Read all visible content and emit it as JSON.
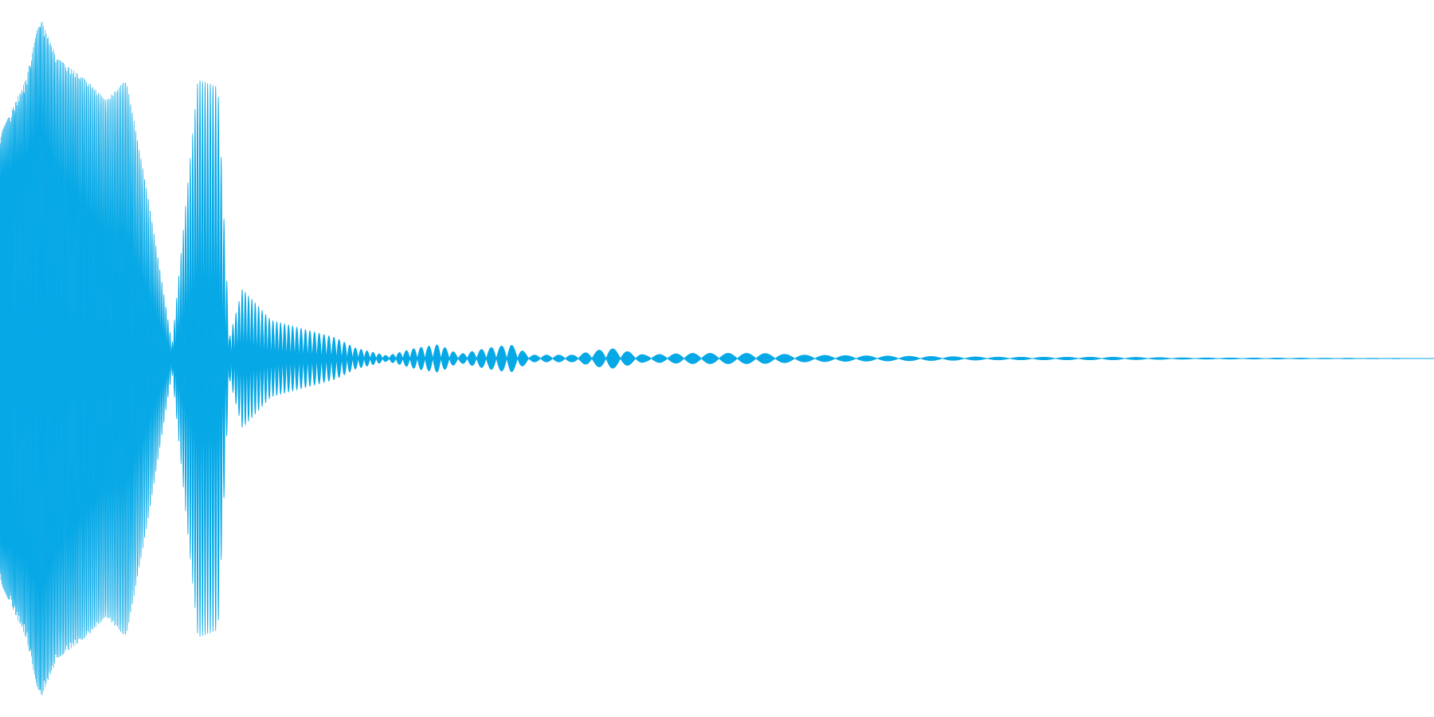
{
  "waveform": {
    "color": "#06a8e6",
    "background": "#ffffff",
    "description_kind": "audio-amplitude-waveform",
    "envelope": [
      [
        0.0,
        0.64
      ],
      [
        0.018,
        0.8
      ],
      [
        0.028,
        0.98
      ],
      [
        0.04,
        0.86
      ],
      [
        0.06,
        0.8
      ],
      [
        0.074,
        0.74
      ],
      [
        0.088,
        0.8
      ],
      [
        0.103,
        0.47
      ],
      [
        0.12,
        0.04
      ],
      [
        0.138,
        0.8
      ],
      [
        0.152,
        0.78
      ],
      [
        0.16,
        0.06
      ],
      [
        0.169,
        0.2
      ],
      [
        0.189,
        0.11
      ],
      [
        0.216,
        0.08
      ],
      [
        0.234,
        0.06
      ],
      [
        0.248,
        0.03
      ],
      [
        0.27,
        0.008
      ],
      [
        0.29,
        0.03
      ],
      [
        0.306,
        0.04
      ],
      [
        0.32,
        0.012
      ],
      [
        0.34,
        0.03
      ],
      [
        0.356,
        0.04
      ],
      [
        0.37,
        0.01
      ],
      [
        0.4,
        0.01
      ],
      [
        0.425,
        0.03
      ],
      [
        0.45,
        0.01
      ],
      [
        0.48,
        0.015
      ],
      [
        0.53,
        0.015
      ],
      [
        0.56,
        0.01
      ],
      [
        0.6,
        0.008
      ],
      [
        0.65,
        0.006
      ],
      [
        0.7,
        0.004
      ],
      [
        0.78,
        0.004
      ],
      [
        0.83,
        0.002
      ],
      [
        1.0,
        0.0005
      ]
    ],
    "baseline": 0.5
  }
}
